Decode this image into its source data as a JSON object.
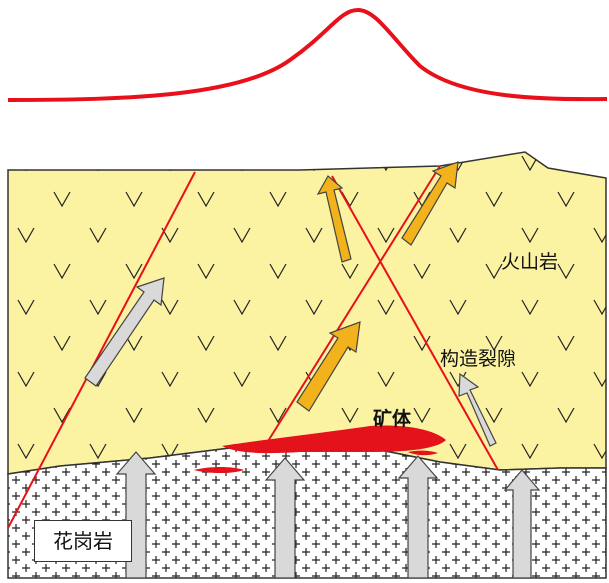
{
  "labels": {
    "volcanic": "火山岩",
    "fracture": "构造裂隙",
    "ore": "矿体",
    "granite": "花岗岩"
  },
  "colors": {
    "volcanic_fill": "#fbf3a1",
    "anomaly_curve": "#e8101a",
    "fault_line": "#e8101a",
    "ore_body": "#e4131b",
    "fluid_arrow_orange": "#f2b21b",
    "fluid_arrow_gray": "#d9d9d9",
    "outline": "#333333"
  },
  "icons": {
    "volcanic_symbol": "v-mark",
    "granite_symbol": "plus-mark",
    "fluid_arrow": "block-arrow"
  }
}
